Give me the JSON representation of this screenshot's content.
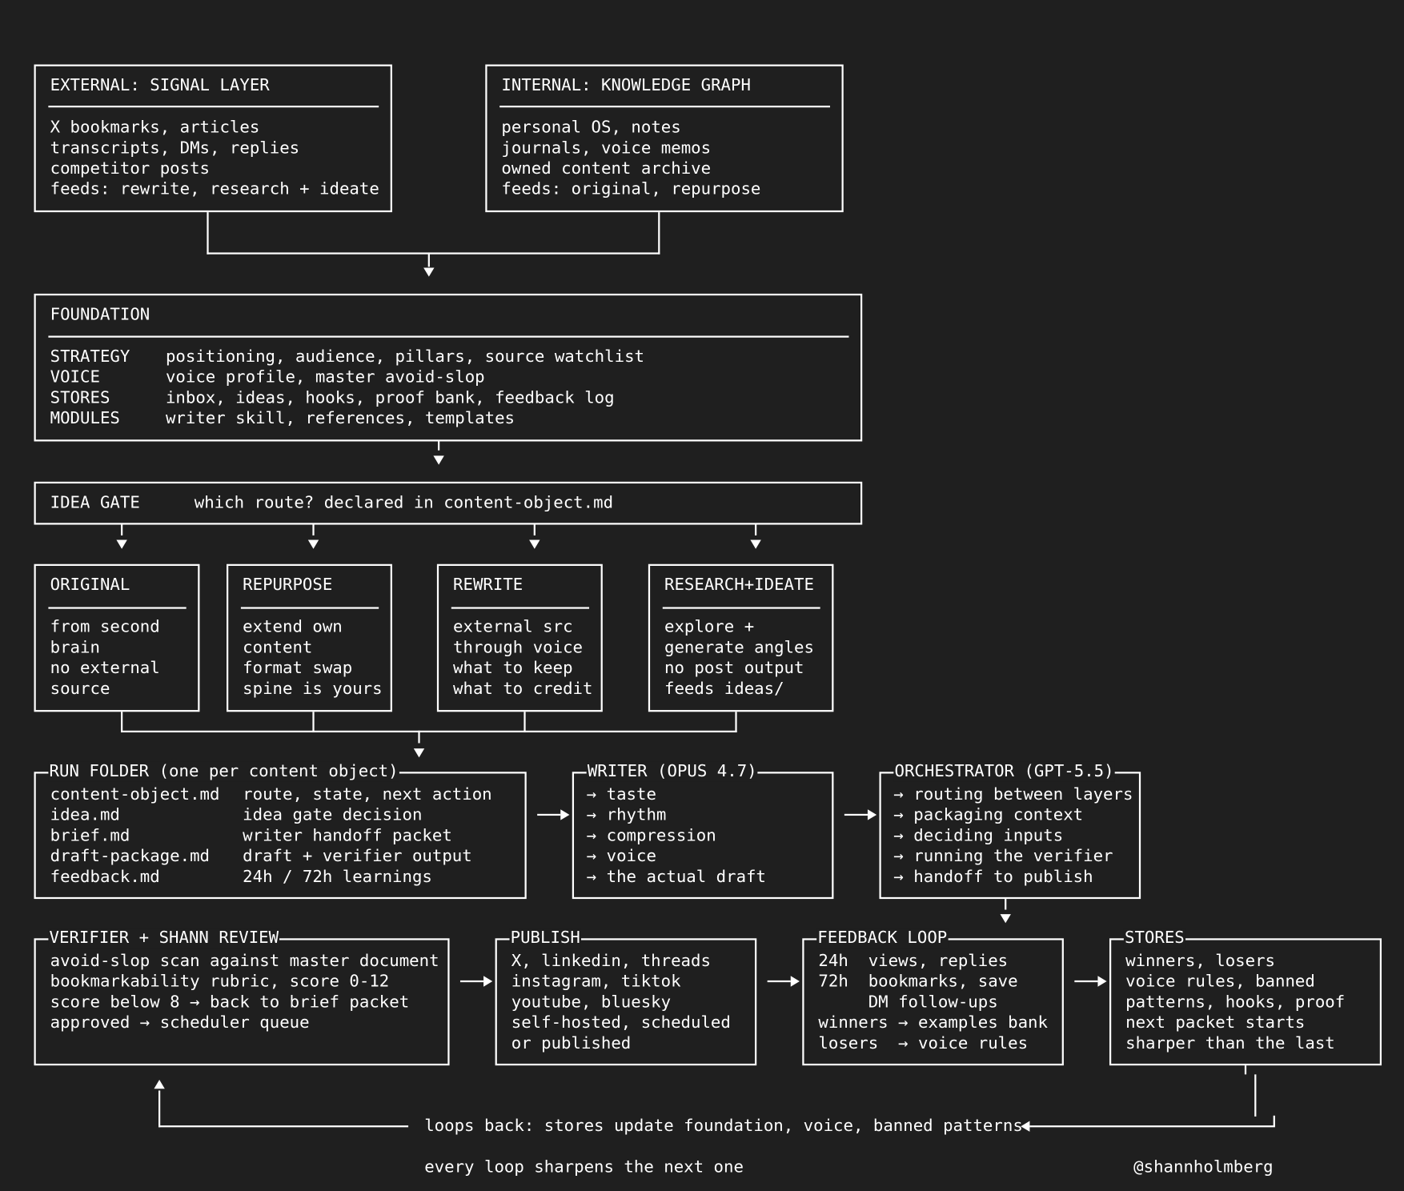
{
  "external": {
    "title": "EXTERNAL: SIGNAL LAYER",
    "lines": [
      "X bookmarks, articles",
      "transcripts, DMs, replies",
      "competitor posts",
      "feeds: rewrite, research + ideate"
    ]
  },
  "internal": {
    "title": "INTERNAL: KNOWLEDGE GRAPH",
    "lines": [
      "personal OS, notes",
      "journals, voice memos",
      "owned content archive",
      "feeds: original, repurpose"
    ]
  },
  "foundation": {
    "title": "FOUNDATION",
    "rows": [
      {
        "key": "STRATEGY",
        "value": "positioning, audience, pillars, source watchlist"
      },
      {
        "key": "VOICE",
        "value": "voice profile, master avoid-slop"
      },
      {
        "key": "STORES",
        "value": "inbox, ideas, hooks, proof bank, feedback log"
      },
      {
        "key": "MODULES",
        "value": "writer skill, references, templates"
      }
    ]
  },
  "idea_gate": {
    "label": "IDEA GATE",
    "text": "which route? declared in content-object.md"
  },
  "routes": [
    {
      "title": "ORIGINAL",
      "lines": [
        "from second",
        "brain",
        "no external",
        "source"
      ]
    },
    {
      "title": "REPURPOSE",
      "lines": [
        "extend own",
        "content",
        "format swap",
        "spine is yours"
      ]
    },
    {
      "title": "REWRITE",
      "lines": [
        "external src",
        "through voice",
        "what to keep",
        "what to credit"
      ]
    },
    {
      "title": "RESEARCH+IDEATE",
      "lines": [
        "explore +",
        "generate angles",
        "no post output",
        "feeds ideas/"
      ]
    }
  ],
  "run_folder": {
    "title": "RUN FOLDER (one per content object)",
    "rows": [
      {
        "file": "content-object.md",
        "desc": "route, state, next action"
      },
      {
        "file": "idea.md",
        "desc": "idea gate decision"
      },
      {
        "file": "brief.md",
        "desc": "writer handoff packet"
      },
      {
        "file": "draft-package.md",
        "desc": "draft + verifier output"
      },
      {
        "file": "feedback.md",
        "desc": "24h / 72h learnings"
      }
    ]
  },
  "writer": {
    "title": "WRITER (OPUS 4.7)",
    "lines": [
      "→ taste",
      "→ rhythm",
      "→ compression",
      "→ voice",
      "→ the actual draft"
    ]
  },
  "orchestrator": {
    "title": "ORCHESTRATOR (GPT-5.5)",
    "lines": [
      "→ routing between layers",
      "→ packaging context",
      "→ deciding inputs",
      "→ running the verifier",
      "→ handoff to publish"
    ]
  },
  "verifier": {
    "title": "VERIFIER + SHANN REVIEW",
    "lines": [
      "avoid-slop scan against master document",
      "bookmarkability rubric, score 0-12",
      "score below 8 → back to brief packet",
      "approved → scheduler queue"
    ]
  },
  "publish": {
    "title": "PUBLISH",
    "lines": [
      "X, linkedin, threads",
      "instagram, tiktok",
      "youtube, bluesky",
      "self-hosted, scheduled",
      "or published"
    ]
  },
  "feedback_loop": {
    "title": "FEEDBACK LOOP",
    "lines": [
      "24h  views, replies",
      "72h  bookmarks, save",
      "     DM follow-ups",
      "winners → examples bank",
      "losers  → voice rules"
    ]
  },
  "stores": {
    "title": "STORES",
    "lines": [
      "winners, losers",
      "voice rules, banned",
      "patterns, hooks, proof",
      "next packet starts",
      "sharper than the last"
    ]
  },
  "loop_label": "loops back: stores update foundation, voice, banned patterns",
  "footer": {
    "tagline": "every loop sharpens the next one",
    "handle": "@shannholmberg"
  },
  "colors": {
    "background": "#1f1f1f",
    "foreground": "#ffffff"
  }
}
